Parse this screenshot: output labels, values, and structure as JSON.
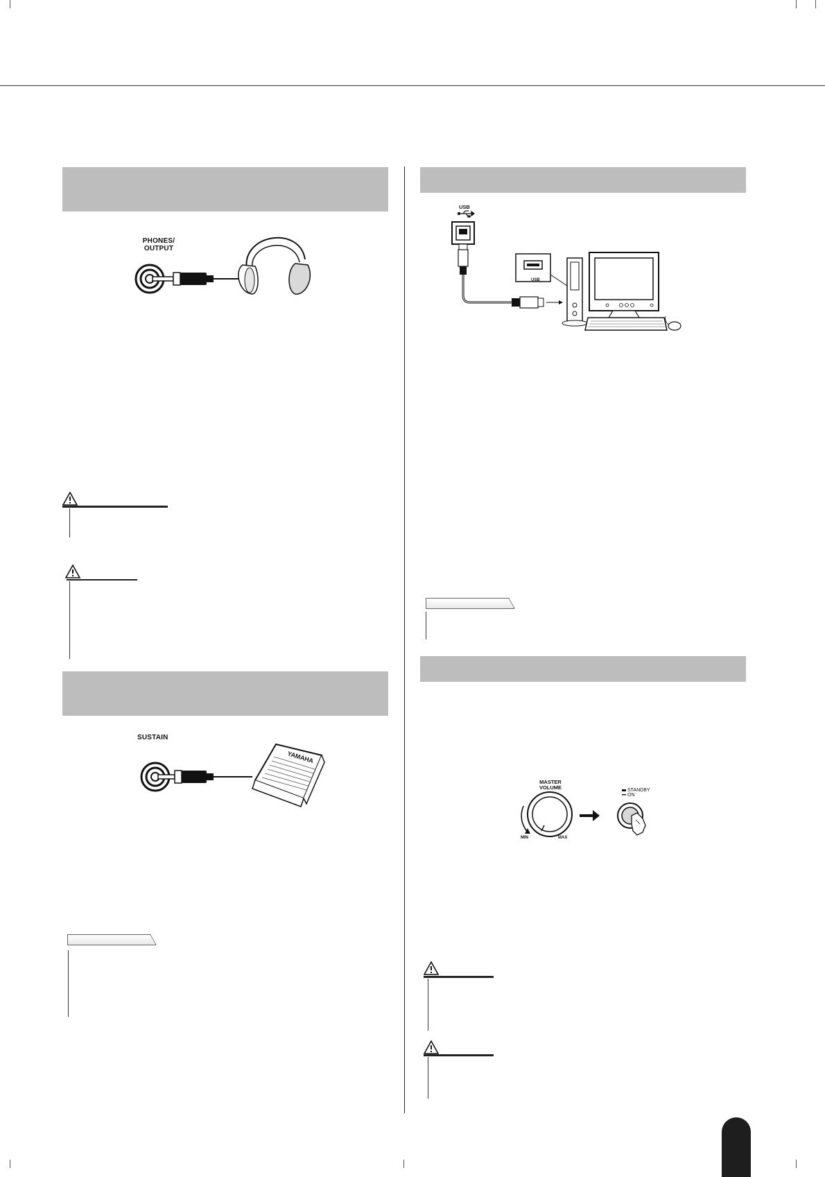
{
  "page": {
    "background": "#ffffff",
    "band_color": "#bdbdbd",
    "tab_color": "#1e1e1e"
  },
  "diagrams": {
    "phones": {
      "jack_label_line1": "PHONES/",
      "jack_label_line2": "OUTPUT"
    },
    "usb": {
      "port_label": "USB",
      "computer_port_label": "USB"
    },
    "sustain": {
      "jack_label": "SUSTAIN",
      "pedal_brand": "YAMAHA"
    },
    "power": {
      "knob_label_line1": "MASTER",
      "knob_label_line2": "VOLUME",
      "knob_min": "MIN",
      "knob_max": "MAX",
      "switch_label_standby": "STANDBY",
      "switch_label_on": "ON"
    }
  },
  "icons": {
    "warning": "warning-triangle-icon",
    "usb": "usb-trident-icon",
    "arrow": "right-arrow-icon"
  }
}
